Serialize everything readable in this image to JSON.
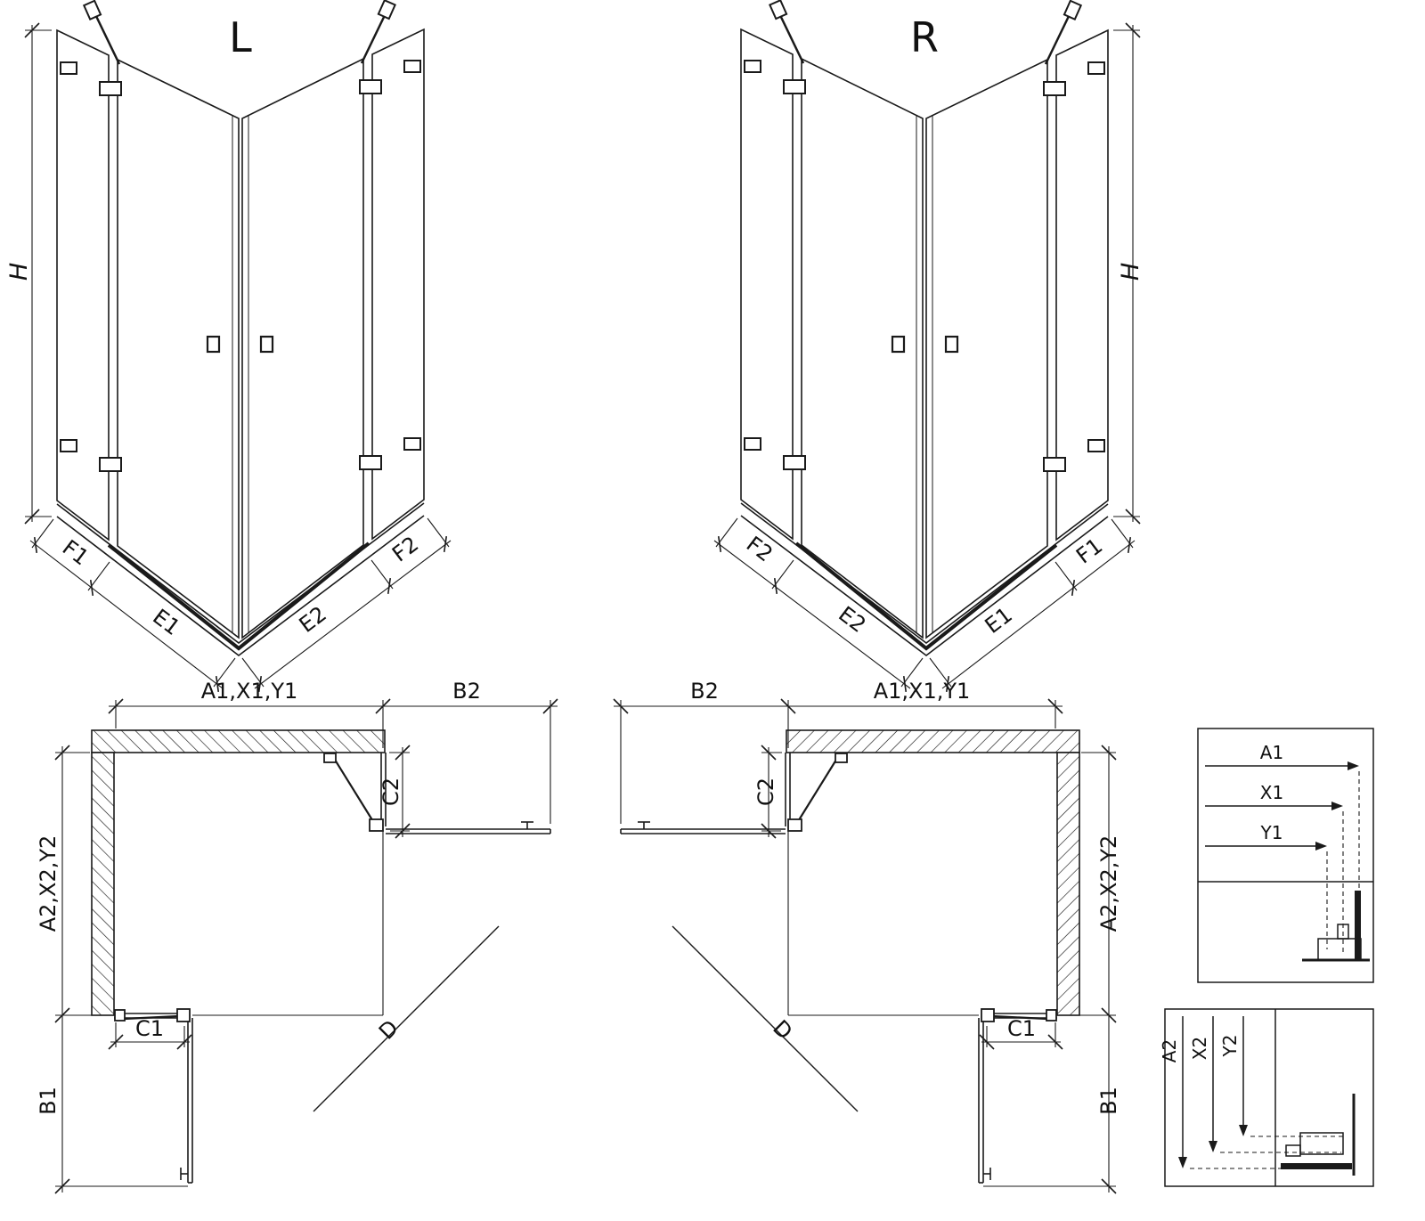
{
  "drawing": {
    "iso_left": {
      "title": "L",
      "dim_height": "H",
      "dims_bottom_left": [
        "F1",
        "E1"
      ],
      "dims_bottom_right": [
        "E2",
        "F2"
      ]
    },
    "iso_right": {
      "title": "R",
      "dim_height": "H",
      "dims_bottom_left": [
        "F2",
        "E2"
      ],
      "dims_bottom_right": [
        "E1",
        "F1"
      ]
    },
    "plan_left": {
      "dim_top_width": "A1,X1,Y1",
      "dim_top_return": "B2",
      "dim_return_depth": "C2",
      "dim_side_depth": "A2,X2,Y2",
      "dim_bottom_fixed": "C1",
      "dim_bottom_return": "B1",
      "dim_diagonal": "D"
    },
    "plan_right": {
      "dim_top_width": "A1,X1,Y1",
      "dim_top_return": "B2",
      "dim_return_depth": "C2",
      "dim_side_depth": "A2,X2,Y2",
      "dim_bottom_fixed": "C1",
      "dim_bottom_return": "B1",
      "dim_diagonal": "D"
    },
    "detail_width": {
      "dims": [
        "A1",
        "X1",
        "Y1"
      ]
    },
    "detail_depth": {
      "dims": [
        "A2",
        "X2",
        "Y2"
      ]
    },
    "colors": {
      "line": "#1a1a1a",
      "background": "#ffffff"
    }
  }
}
